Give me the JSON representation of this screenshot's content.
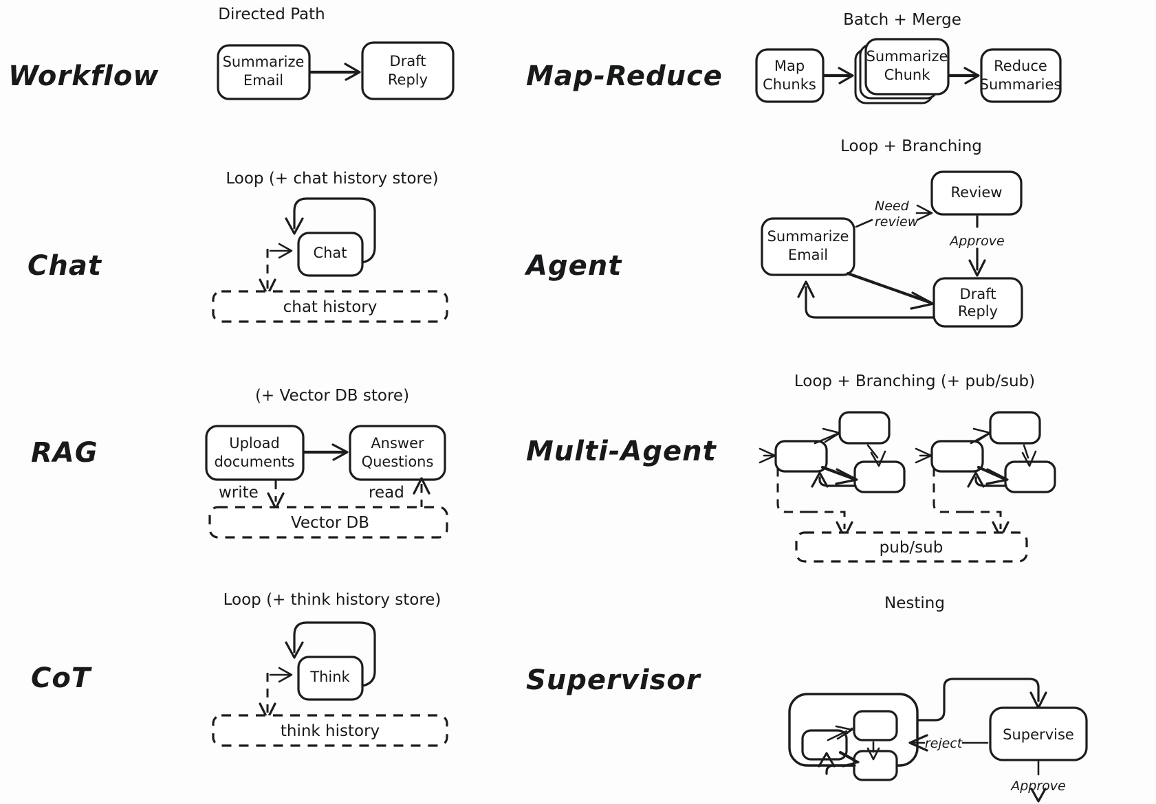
{
  "figure": {
    "title": "",
    "background": "#fdfdfd",
    "ink": "#1b1c1d"
  },
  "rows": [
    {
      "left": {
        "label": "Workflow",
        "caption": "Directed Path",
        "nodes": [
          "Summarize Email",
          "Draft Reply"
        ],
        "edge_labels": [],
        "store": null
      },
      "right": {
        "label": "Map-Reduce",
        "caption": "Batch + Merge",
        "nodes": [
          "Map Chunks",
          "Summarize Chunk",
          "Reduce Summaries"
        ],
        "edge_labels": [],
        "store": null
      }
    },
    {
      "left": {
        "label": "Chat",
        "caption": "Loop (+ chat history store)",
        "nodes": [
          "Chat"
        ],
        "edge_labels": [],
        "store": "chat history"
      },
      "right": {
        "label": "Agent",
        "caption": "Loop + Branching",
        "nodes": [
          "Summarize Email",
          "Review",
          "Draft Reply"
        ],
        "edge_labels": [
          "Need review",
          "Approve"
        ],
        "store": null
      }
    },
    {
      "left": {
        "label": "RAG",
        "caption": "(+ Vector DB store)",
        "nodes": [
          "Upload documents",
          "Answer Questions"
        ],
        "edge_labels": [
          "write",
          "read"
        ],
        "store": "Vector DB"
      },
      "right": {
        "label": "Multi-Agent",
        "caption": "Loop + Branching (+ pub/sub)",
        "nodes": [
          "",
          "",
          "",
          "",
          "",
          ""
        ],
        "edge_labels": [],
        "store": "pub/sub"
      }
    },
    {
      "left": {
        "label": "CoT",
        "caption": "Loop (+ think history store)",
        "nodes": [
          "Think"
        ],
        "edge_labels": [],
        "store": "think history"
      },
      "right": {
        "label": "Supervisor",
        "caption": "Nesting",
        "nodes": [
          "Supervise",
          "",
          "",
          ""
        ],
        "edge_labels": [
          "reject",
          "Approve"
        ],
        "store": null
      }
    }
  ],
  "text": {
    "workflow_label": "Workflow",
    "workflow_caption": "Directed Path",
    "workflow_n1_l1": "Summarize",
    "workflow_n1_l2": "Email",
    "workflow_n2_l1": "Draft",
    "workflow_n2_l2": "Reply",
    "mapreduce_label": "Map-Reduce",
    "mapreduce_caption": "Batch + Merge",
    "mr_n1_l1": "Map",
    "mr_n1_l2": "Chunks",
    "mr_n2_l1": "Summarize",
    "mr_n2_l2": "Chunk",
    "mr_n3_l1": "Reduce",
    "mr_n3_l2": "Summaries",
    "chat_label": "Chat",
    "chat_caption": "Loop (+ chat history store)",
    "chat_node": "Chat",
    "chat_store": "chat history",
    "agent_label": "Agent",
    "agent_caption": "Loop + Branching",
    "agent_n1_l1": "Summarize",
    "agent_n1_l2": "Email",
    "agent_n2": "Review",
    "agent_n3_l1": "Draft",
    "agent_n3_l2": "Reply",
    "agent_e1_l1": "Need",
    "agent_e1_l2": "review",
    "agent_e2": "Approve",
    "rag_label": "RAG",
    "rag_caption": "(+ Vector DB store)",
    "rag_n1_l1": "Upload",
    "rag_n1_l2": "documents",
    "rag_n2_l1": "Answer",
    "rag_n2_l2": "Questions",
    "rag_e_write": "write",
    "rag_e_read": "read",
    "rag_store": "Vector DB",
    "multiagent_label": "Multi-Agent",
    "multiagent_caption": "Loop + Branching (+ pub/sub)",
    "multiagent_store": "pub/sub",
    "cot_label": "CoT",
    "cot_caption": "Loop (+ think history store)",
    "cot_node": "Think",
    "cot_store": "think history",
    "supervisor_label": "Supervisor",
    "supervisor_caption": "Nesting",
    "sup_node": "Supervise",
    "sup_e_reject": "reject",
    "sup_e_approve": "Approve"
  }
}
